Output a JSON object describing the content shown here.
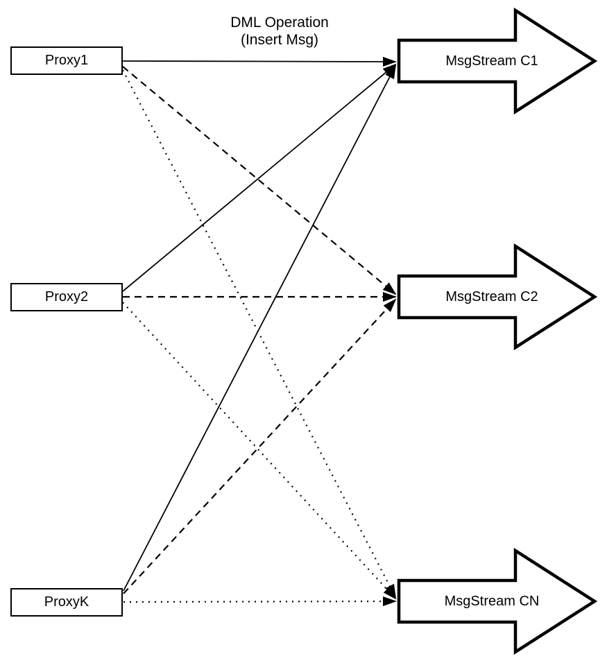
{
  "diagram": {
    "title_label": {
      "line1": "DML Operation",
      "line2": "(Insert Msg)"
    },
    "proxies": [
      {
        "label": "Proxy1"
      },
      {
        "label": "Proxy2"
      },
      {
        "label": "ProxyK"
      }
    ],
    "streams": [
      {
        "label": "MsgStream C1"
      },
      {
        "label": "MsgStream C2"
      },
      {
        "label": "MsgStream CN"
      }
    ],
    "edges": [
      {
        "from": "Proxy1",
        "to": "MsgStream C1",
        "style": "solid"
      },
      {
        "from": "Proxy1",
        "to": "MsgStream C2",
        "style": "dashed"
      },
      {
        "from": "Proxy1",
        "to": "MsgStream CN",
        "style": "dotted"
      },
      {
        "from": "Proxy2",
        "to": "MsgStream C1",
        "style": "solid"
      },
      {
        "from": "Proxy2",
        "to": "MsgStream C2",
        "style": "dashed"
      },
      {
        "from": "Proxy2",
        "to": "MsgStream CN",
        "style": "dotted"
      },
      {
        "from": "ProxyK",
        "to": "MsgStream C1",
        "style": "solid"
      },
      {
        "from": "ProxyK",
        "to": "MsgStream C2",
        "style": "dashed"
      },
      {
        "from": "ProxyK",
        "to": "MsgStream CN",
        "style": "dotted"
      }
    ],
    "colors": {
      "line": "#000000",
      "fill": "#ffffff"
    }
  }
}
